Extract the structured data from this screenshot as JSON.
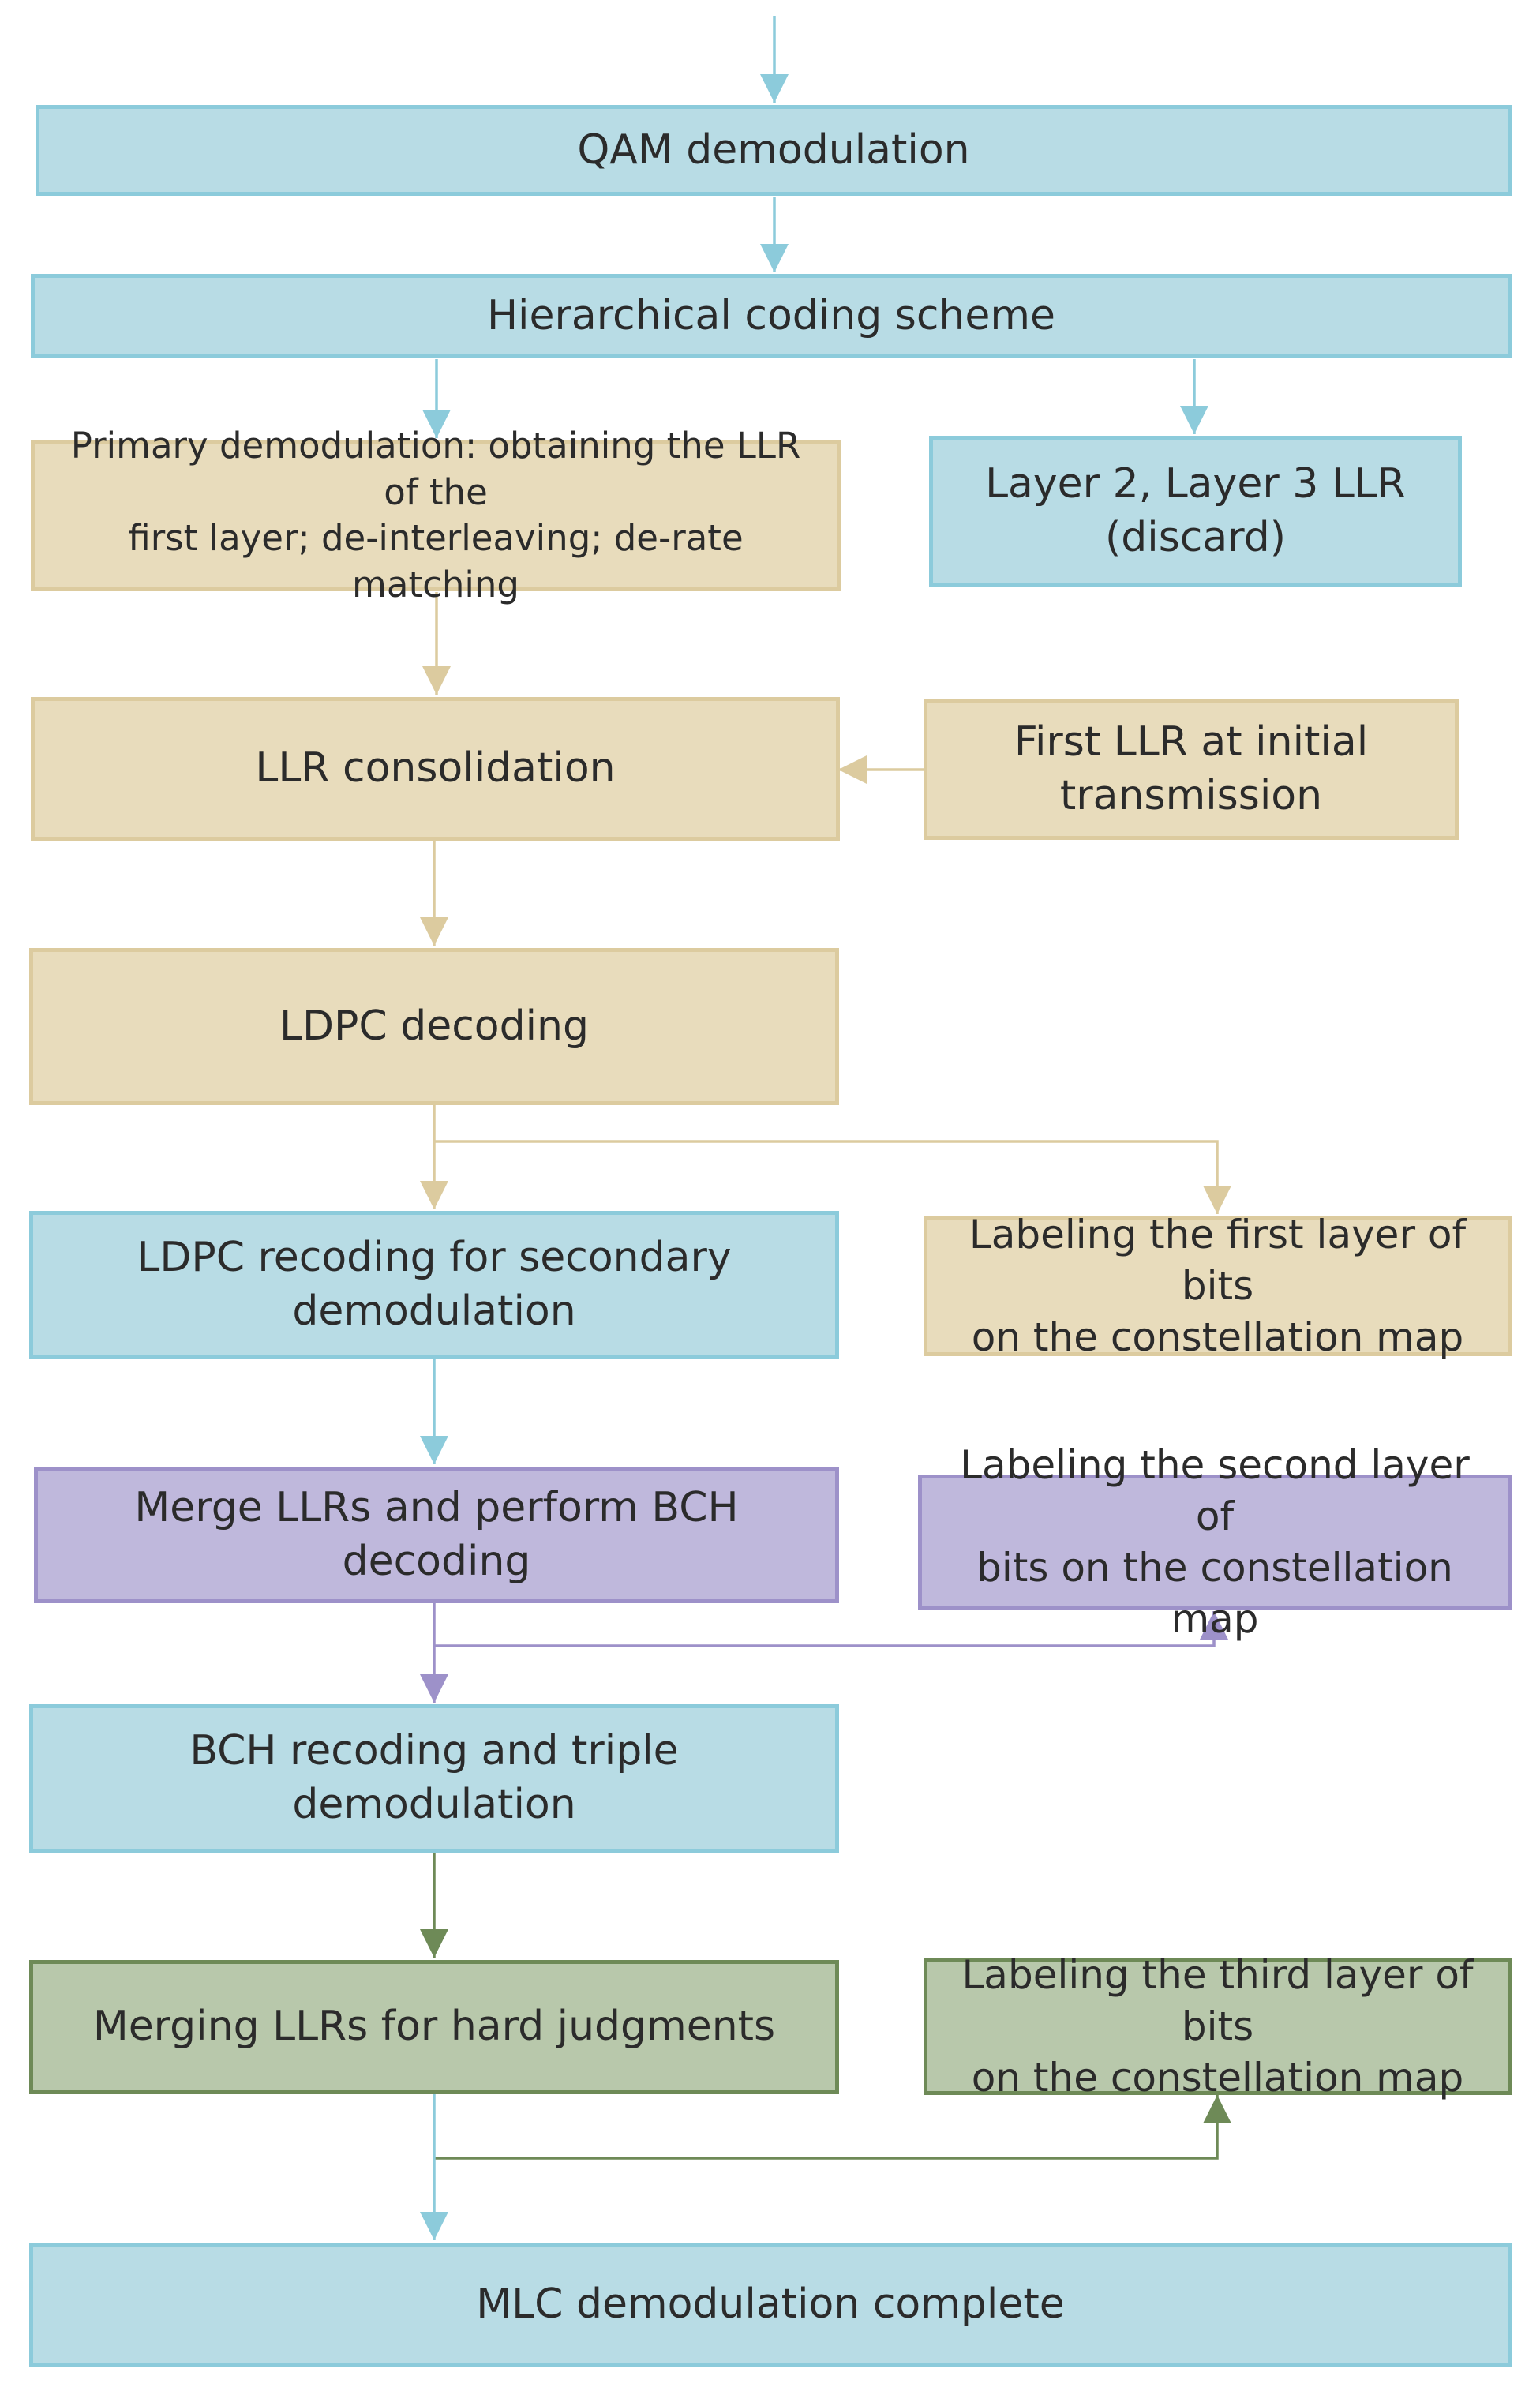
{
  "diagram": {
    "nodes": {
      "qam_demodulation": {
        "label": "QAM demodulation",
        "color": "#b8dce5"
      },
      "hierarchical_coding_scheme": {
        "label": "Hierarchical coding scheme",
        "color": "#b8dce5"
      },
      "primary_demodulation": {
        "label": "Primary demodulation: obtaining the LLR of the\nfirst layer; de-interleaving; de-rate matching",
        "color": "#e8dcbc"
      },
      "layer_2_3_llr": {
        "label": "Layer 2, Layer 3 LLR\n(discard)",
        "color": "#b8dce5"
      },
      "llr_consolidation": {
        "label": "LLR consolidation",
        "color": "#e8dcbc"
      },
      "first_llr_initial": {
        "label": "First LLR at initial\ntransmission",
        "color": "#e8dcbc"
      },
      "ldpc_decoding": {
        "label": "LDPC decoding",
        "color": "#e8dcbc"
      },
      "ldpc_recoding": {
        "label": "LDPC recoding for secondary\ndemodulation",
        "color": "#b8dce5"
      },
      "label_first_layer": {
        "label": "Labeling the first layer of bits\non the constellation map",
        "color": "#e8dcbc"
      },
      "merge_llrs_bch": {
        "label": "Merge LLRs and perform BCH\ndecoding",
        "color": "#bfb8dc"
      },
      "label_second_layer": {
        "label": "Labeling the second layer of\nbits on the constellation map",
        "color": "#bfb8dc"
      },
      "bch_recoding": {
        "label": "BCH recoding and triple\ndemodulation",
        "color": "#b8dce5"
      },
      "merging_llrs_hard": {
        "label": "Merging LLRs for hard judgments",
        "color": "#b8c8ab"
      },
      "label_third_layer": {
        "label": "Labeling the third layer of bits\non the constellation map",
        "color": "#b8c8ab"
      },
      "mlc_complete": {
        "label": "MLC demodulation complete",
        "color": "#b8dce5"
      }
    },
    "edges": [
      {
        "from": "input",
        "to": "qam_demodulation",
        "color": "#8ccbdb"
      },
      {
        "from": "qam_demodulation",
        "to": "hierarchical_coding_scheme",
        "color": "#8ccbdb"
      },
      {
        "from": "hierarchical_coding_scheme",
        "to": "primary_demodulation",
        "color": "#8ccbdb"
      },
      {
        "from": "hierarchical_coding_scheme",
        "to": "layer_2_3_llr",
        "color": "#8ccbdb"
      },
      {
        "from": "primary_demodulation",
        "to": "llr_consolidation",
        "color": "#dccb9f"
      },
      {
        "from": "first_llr_initial",
        "to": "llr_consolidation",
        "color": "#dccb9f"
      },
      {
        "from": "llr_consolidation",
        "to": "ldpc_decoding",
        "color": "#dccb9f"
      },
      {
        "from": "ldpc_decoding",
        "to": "ldpc_recoding",
        "color": "#dccb9f"
      },
      {
        "from": "ldpc_decoding",
        "to": "label_first_layer",
        "color": "#dccb9f"
      },
      {
        "from": "ldpc_recoding",
        "to": "merge_llrs_bch",
        "color": "#8ccbdb"
      },
      {
        "from": "merge_llrs_bch",
        "to": "bch_recoding",
        "color": "#9d91c9"
      },
      {
        "from": "merge_llrs_bch",
        "to": "label_second_layer",
        "color": "#9d91c9"
      },
      {
        "from": "bch_recoding",
        "to": "merging_llrs_hard",
        "color": "#6e8a57"
      },
      {
        "from": "merging_llrs_hard",
        "to": "label_third_layer",
        "color": "#6e8a57"
      },
      {
        "from": "merging_llrs_hard",
        "to": "mlc_complete",
        "color": "#8ccbdb"
      }
    ]
  }
}
